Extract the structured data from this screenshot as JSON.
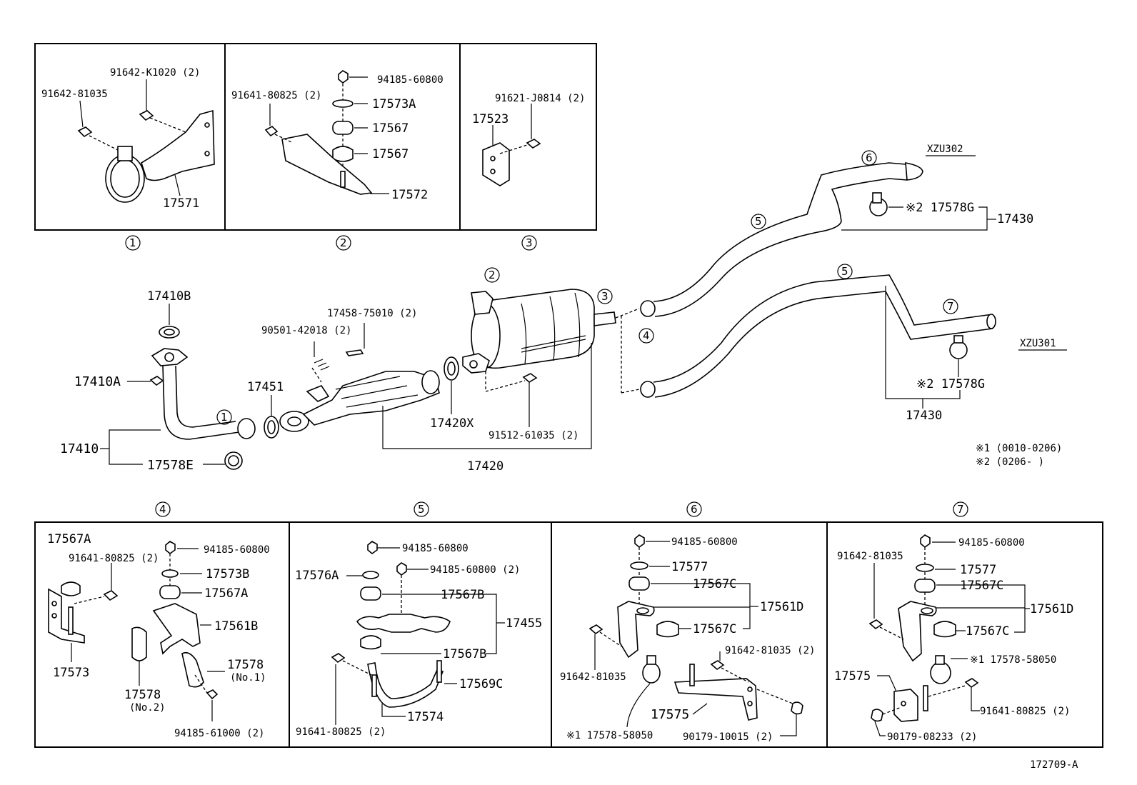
{
  "diagram_id": "172709-A",
  "variants": {
    "xzu302": "XZU302",
    "xzu301": "XZU301"
  },
  "notes": {
    "n1": "※1  (0010-0206)",
    "n2": "※2  (0206-      )"
  },
  "callouts": {
    "c1": "1",
    "c2": "2",
    "c3": "3",
    "c4": "4",
    "c5": "5",
    "c6": "6",
    "c7": "7"
  },
  "parts": {
    "d1_bolt_a": "91642-K1020 (2)",
    "d1_bolt_b": "91642-81035",
    "d1_bracket": "17571",
    "d2_bolt": "91641-80825 (2)",
    "d2_nut": "94185-60800",
    "d2_washer": "17573A",
    "d2_rubber_1": "17567",
    "d2_rubber_2": "17567",
    "d2_bracket": "17572",
    "d3_bolt": "91621-J0814 (2)",
    "d3_bracket": "17523",
    "gasket_17410b": "17410B",
    "nut_17410a": "17410A",
    "pipe_17410": "17410",
    "clamp_17578e": "17578E",
    "gasket_17451": "17451",
    "stud_90501": "90501-42018 (2)",
    "bolt_17458": "17458-75010 (2)",
    "gasket_17420x": "17420X",
    "bolt_91512": "91512-61035 (2)",
    "muffler_17420": "17420",
    "clamp_17578g_top": "※2 17578G",
    "tail_17430_top": "17430",
    "clamp_17578g_bot": "※2  17578G",
    "tail_17430_bot": "17430",
    "b4_rubber": "17567A",
    "b4_bolt": "91641-80825 (2)",
    "b4_nut": "94185-60800",
    "b4_washer": "17573B",
    "b4_rubber2": "17567A",
    "b4_bracket": "17561B",
    "b4_clamp1": "17578",
    "b4_clamp1_no": "(No.1)",
    "b4_clamp2": "17578",
    "b4_clamp2_no": "(No.2)",
    "b4_bracket_low": "17573",
    "b4_nut2": "94185-61000 (2)",
    "b5_washer": "17576A",
    "b5_nut1": "94185-60800",
    "b5_nut2": "94185-60800 (2)",
    "b5_rubber1": "17567B",
    "b5_bracket": "17455",
    "b5_rubber2": "17567B",
    "b5_clamp": "17569C",
    "b5_bracket_low": "17574",
    "b5_bolt": "91641-80825 (2)",
    "b6_nut": "94185-60800",
    "b6_washer": "17577",
    "b6_rubber1": "17567C",
    "b6_bracket": "17561D",
    "b6_rubber2": "17567C",
    "b6_bolt1": "91642-81035",
    "b6_bolt2": "91642-81035 (2)",
    "b6_clamp": "※1  17578-58050",
    "b6_bracket_low": "17575",
    "b6_nut2": "90179-10015 (2)",
    "b7_nut": "94185-60800",
    "b7_bolt1": "91642-81035",
    "b7_washer": "17577",
    "b7_rubber1": "17567C",
    "b7_bracket": "17561D",
    "b7_rubber2": "17567C",
    "b7_clamp": "※1  17578-58050",
    "b7_bracket_low": "17575",
    "b7_bolt2": "91641-80825 (2)",
    "b7_nut2": "90179-08233 (2)"
  }
}
